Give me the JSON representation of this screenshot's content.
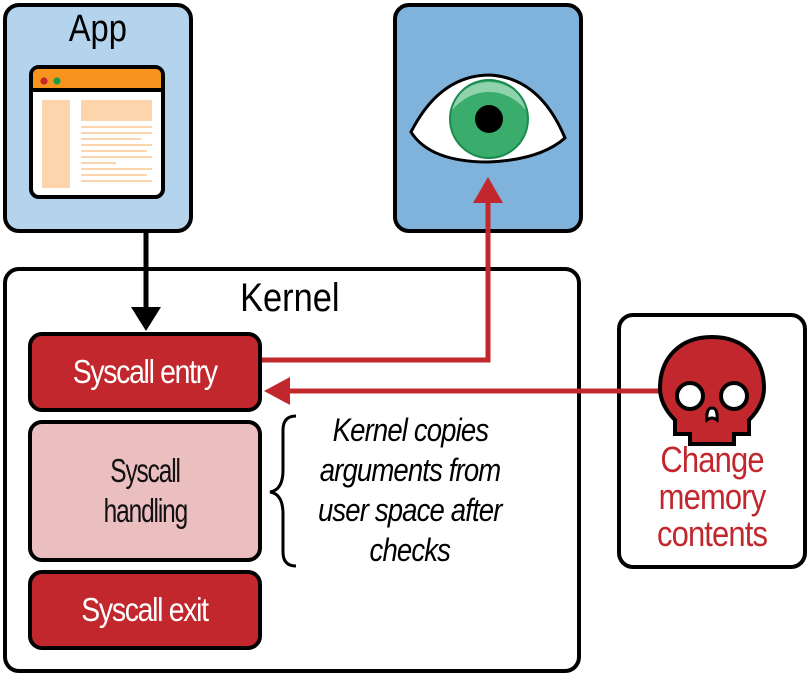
{
  "app": {
    "title": "App",
    "window_icon": "browser-window-icon",
    "colors": {
      "background": "#b3d4ec",
      "titlebar": "#f7941d",
      "content_block": "#fcd5ac",
      "dot_red": "#c1272d",
      "dot_green": "#1a9b48"
    }
  },
  "observer": {
    "icon": "eye-icon",
    "colors": {
      "background": "#80b3dc",
      "iris": "#3aac6c",
      "iris_highlight": "#9fd8b7"
    }
  },
  "kernel": {
    "title": "Kernel",
    "stages": [
      {
        "label": "Syscall entry",
        "color": "#c1272d",
        "text_color": "#ffffff"
      },
      {
        "label": "Syscall handling",
        "line1": "Syscall",
        "line2": "handling",
        "color": "#ebbec0",
        "text_color": "#111111"
      },
      {
        "label": "Syscall exit",
        "color": "#c1272d",
        "text_color": "#ffffff"
      }
    ],
    "note": {
      "lines": [
        "Kernel copies",
        "arguments from",
        "user space after",
        "checks"
      ]
    }
  },
  "attacker": {
    "icon": "skull-icon",
    "lines": [
      "Change",
      "memory",
      "contents"
    ],
    "color": "#c1272d"
  },
  "arrows": [
    {
      "from": "app",
      "to": "syscall-entry",
      "color": "#000000"
    },
    {
      "from": "syscall-entry",
      "to": "observer",
      "color": "#c1272d"
    },
    {
      "from": "attacker",
      "to": "syscall-entry",
      "color": "#c1272d"
    }
  ]
}
